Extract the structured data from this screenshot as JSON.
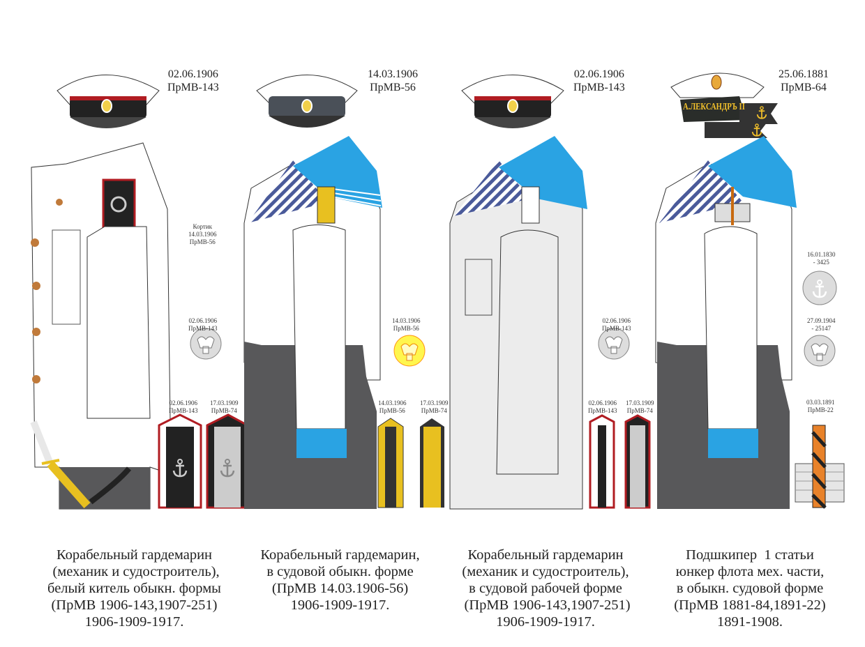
{
  "figures": [
    {
      "top_label": [
        "02.06.1906",
        "ПрМВ-143"
      ],
      "caption": [
        "Корабельный гардемарин",
        " (механик и судостроитель),",
        "белый китель обыкн. формы",
        "(ПрМВ 1906-143,1907-251)",
        "1906-1909-1917."
      ],
      "dirk_label": [
        "Кортик",
        "14.03.1906",
        "ПрМВ-56"
      ],
      "badge_label": [
        "02.06.1906",
        "ПрМВ-143"
      ],
      "strap_labels": [
        [
          "02.06.1906",
          "ПрМВ-143"
        ],
        [
          "17.03.1909",
          "ПрМВ-74"
        ]
      ]
    },
    {
      "top_label": [
        "14.03.1906",
        "ПрМВ-56"
      ],
      "caption": [
        "Корабельный гардемарин,",
        "в судовой обыкн. форме",
        "(ПрМВ 14.03.1906-56)",
        "1906-1909-1917."
      ],
      "badge_label": [
        "14.03.1906",
        "ПрМВ-56"
      ],
      "strap_labels": [
        [
          "14.03.1906",
          "ПрМВ-56"
        ],
        [
          "17.03.1909",
          "ПрМВ-74"
        ]
      ]
    },
    {
      "top_label": [
        "02.06.1906",
        "ПрМВ-143"
      ],
      "caption": [
        "Корабельный гардемарин",
        "(механик и судостроитель),",
        "в судовой рабочей форме",
        " (ПрМВ 1906-143,1907-251)",
        "1906-1909-1917."
      ],
      "badge_label": [
        "02.06.1906",
        "ПрМВ-143"
      ],
      "strap_labels": [
        [
          "02.06.1906",
          "ПрМВ-143"
        ],
        [
          "17.03.1909",
          "ПрМВ-74"
        ]
      ]
    },
    {
      "top_label": [
        "25.06.1881",
        "ПрМВ-64"
      ],
      "caption": [
        "Подшкипер  1 статьи",
        "юнкер флота мех. части,",
        "в обыкн. судовой форме",
        "(ПрМВ 1881-84,1891-22)",
        "1891-1908."
      ],
      "cap_ribbon": "А.ЛЕКСАНДРЪ II",
      "button_label": [
        "16.01.1830",
        "- 3425"
      ],
      "badge_label": [
        "27.09.1904",
        "- 25147"
      ],
      "strap_labels": [
        [
          "03.03.1891",
          "ПрМВ-22"
        ]
      ]
    }
  ],
  "colors": {
    "trousers": "#58585a",
    "collar_blue": "#2aa3e3",
    "gold": "#e8a83a",
    "red_piping": "#b01c22",
    "silver": "#d9d9d9"
  }
}
